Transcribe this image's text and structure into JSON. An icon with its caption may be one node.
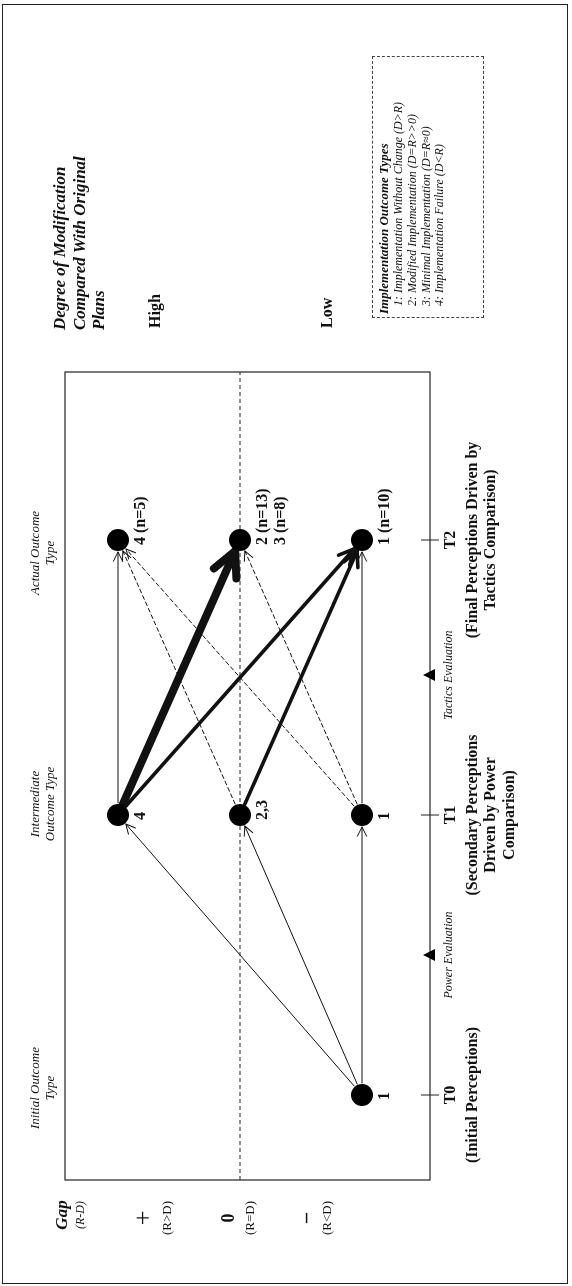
{
  "diagram": {
    "nodes": [
      {
        "text": [],
        "shape": "circle",
        "beside": [
          "1"
        ]
      },
      {
        "text": [],
        "shape": "circle",
        "beside": [
          "4"
        ]
      },
      {
        "text": [],
        "shape": "circle",
        "beside": [
          "2,3"
        ]
      },
      {
        "text": [],
        "shape": "circle",
        "beside": [
          "1"
        ]
      },
      {
        "text": [],
        "shape": "circle",
        "beside": [
          "4 (n=5)"
        ]
      },
      {
        "text": [],
        "shape": "circle",
        "beside": [
          "2 (n=13)",
          "3 (n=8)"
        ]
      },
      {
        "text": [],
        "shape": "circle",
        "beside": [
          "1 (n=10)"
        ]
      }
    ],
    "edges": [
      {
        "from": 0,
        "to": 1,
        "arrow": "to"
      },
      {
        "from": 0,
        "to": 2,
        "arrow": "to"
      },
      {
        "from": 0,
        "to": 3,
        "arrow": "to"
      },
      {
        "from": 1,
        "to": 4,
        "arrow": "to"
      },
      {
        "from": 1,
        "to": 5,
        "arrow": "to",
        "style": "thick"
      },
      {
        "from": 1,
        "to": 6,
        "arrow": "to",
        "style": "thick"
      },
      {
        "from": 2,
        "to": 4,
        "arrow": "to",
        "style": "dashed"
      },
      {
        "from": 2,
        "to": 6,
        "arrow": "to",
        "style": "thick"
      },
      {
        "from": 3,
        "to": 4,
        "arrow": "to",
        "style": "dashed"
      },
      {
        "from": 3,
        "to": 5,
        "arrow": "to",
        "style": "dashed"
      },
      {
        "from": 3,
        "to": 6,
        "arrow": "to"
      }
    ],
    "labels": [
      "Degree of Modification Compared With Original Plans",
      "High",
      "Low",
      "Implementation Outcome Types",
      "1: Implementation Without Change (D>R)",
      "2: Modified Implementation (D=R>>0)",
      "3: Minimal Implementation (D=R≈0)",
      "4: Implementation Failure (D<R)",
      "Actual Outcome Type",
      "T2",
      "(Final Perceptions Driven by Tactics Comparison)",
      "Tactics Evaluation",
      "Intermediate Outcome Type",
      "T1",
      "(Secondary Perceptions Driven by Power Comparison)",
      "Power Evaluation",
      "Initial Outcome Type",
      "T0",
      "(Initial Perceptions)",
      "Gap",
      "(R-D)",
      "+",
      "(R>D)",
      "0",
      "(R=D)",
      "–",
      "(R<D)"
    ]
  }
}
